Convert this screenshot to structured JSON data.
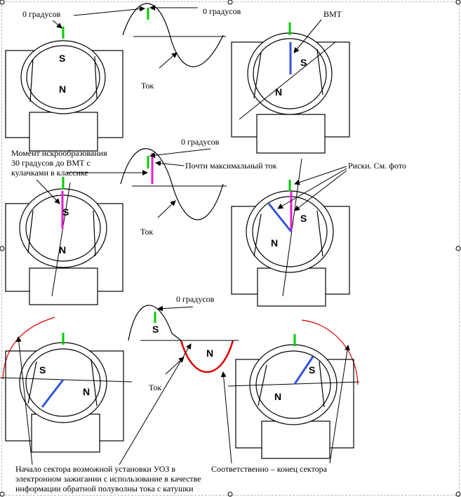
{
  "labels": {
    "zero_deg": "0 градусов",
    "tdc": "ВМТ",
    "current": "Ток",
    "spark_moment_1": "Момент искрообразования",
    "spark_moment_2": "30 градусов до ВМТ с",
    "spark_moment_3": "кулачками в классике",
    "almost_max": "Почти максимальный ток",
    "marks": "Риски. См. фото",
    "sector_start_1": "Начало сектора возможной установки УОЗ в",
    "sector_start_2": "электронном зажигании с использование в качестве",
    "sector_start_3": "информации обратной полуволны тока с катушки",
    "sector_end": "Соответственно – конец сектора",
    "pole_s": "S",
    "pole_n": "N"
  },
  "colors": {
    "line": "#000000",
    "zero_mark": "#00cc00",
    "tdc_mark": "#3355dd",
    "spark_mark": "#e020d0",
    "sector_arc": "#dd0000"
  }
}
